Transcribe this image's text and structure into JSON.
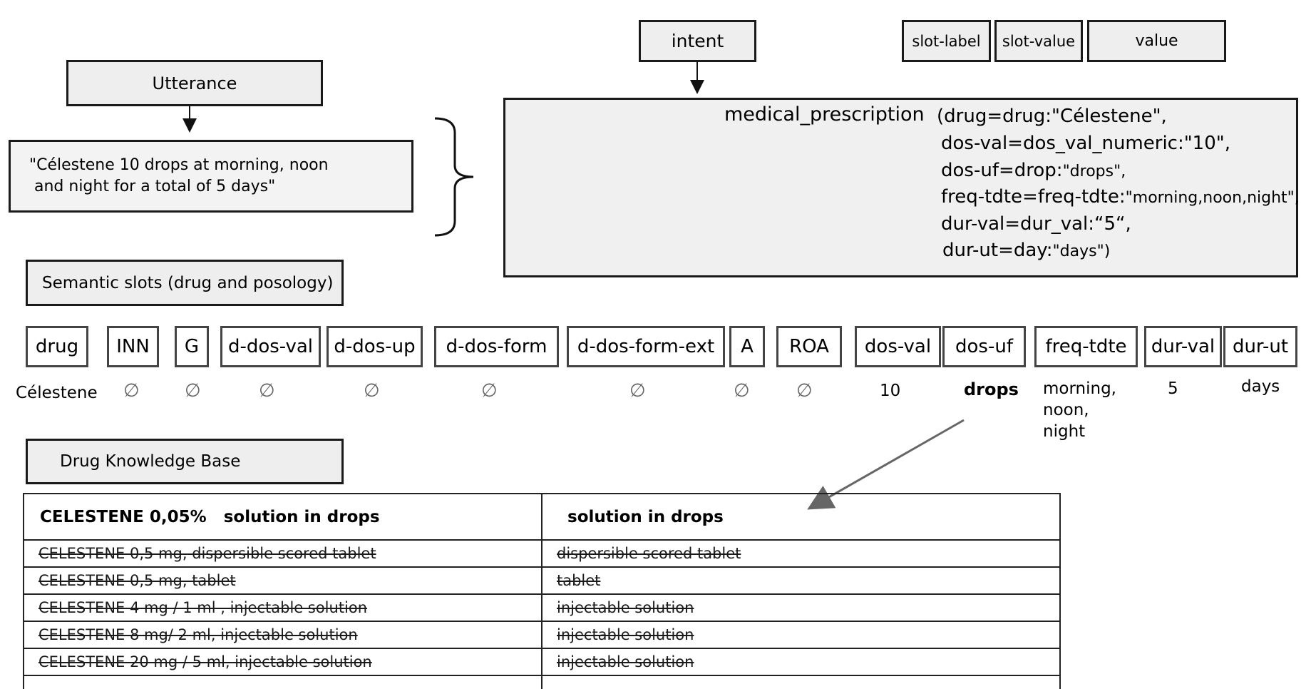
{
  "utterance": {
    "label": "Utterance",
    "text_line1": "\"Célestene 10 drops at morning, noon",
    "text_line2": " and night for a total of 5 days\""
  },
  "intent": {
    "label": "intent",
    "name": "medical_prescription",
    "args": [
      {
        "key": "(drug=drug:",
        "value": "\"Célestene\","
      },
      {
        "key": "dos-val=dos_val_numeric:",
        "value": "\"10\","
      },
      {
        "key": "dos-uf=drop:",
        "value": "\"drops\","
      },
      {
        "key": "freq-tdte=freq-tdte:",
        "value": "\"morning,noon,night\","
      },
      {
        "key": "dur-val=dur_val:",
        "value": "“5“,"
      },
      {
        "key": "dur-ut=day:",
        "value": "\"days\")"
      }
    ]
  },
  "legend": {
    "slot_label": "slot-label",
    "slot_value": "slot-value",
    "value": "value"
  },
  "semantic_slots": {
    "label": "Semantic slots (drug and posology)",
    "slots": [
      {
        "name": "drug",
        "value": "Célestene"
      },
      {
        "name": "INN",
        "value": "∅"
      },
      {
        "name": "G",
        "value": "∅"
      },
      {
        "name": "d-dos-val",
        "value": "∅"
      },
      {
        "name": "d-dos-up",
        "value": "∅"
      },
      {
        "name": "d-dos-form",
        "value": "∅"
      },
      {
        "name": "d-dos-form-ext",
        "value": "∅"
      },
      {
        "name": "A",
        "value": "∅"
      },
      {
        "name": "ROA",
        "value": "∅"
      },
      {
        "name": "dos-val",
        "value": "10"
      },
      {
        "name": "dos-uf",
        "value": "drops"
      },
      {
        "name": "freq-tdte",
        "value": "morning,\nnoon,\nnight"
      },
      {
        "name": "dur-val",
        "value": "5"
      },
      {
        "name": "dur-ut",
        "value": "days"
      }
    ]
  },
  "knowledge_base": {
    "label": "Drug Knowledge Base",
    "header": {
      "col1": "CELESTENE 0,05%   solution in drops",
      "col2": "solution in drops"
    },
    "rows": [
      {
        "col1": "CELESTENE 0,5 mg, dispersible scored tablet",
        "col2": "dispersible scored tablet"
      },
      {
        "col1": "CELESTENE 0,5 mg, tablet",
        "col2": "tablet"
      },
      {
        "col1": "CELESTENE 4 mg / 1 ml , injectable solution",
        "col2": "injectable solution"
      },
      {
        "col1": "CELESTENE 8 mg/ 2 ml, injectable solution",
        "col2": "injectable solution"
      },
      {
        "col1": "CELESTENE 20 mg / 5 ml, injectable solution",
        "col2": "injectable solution"
      }
    ]
  }
}
